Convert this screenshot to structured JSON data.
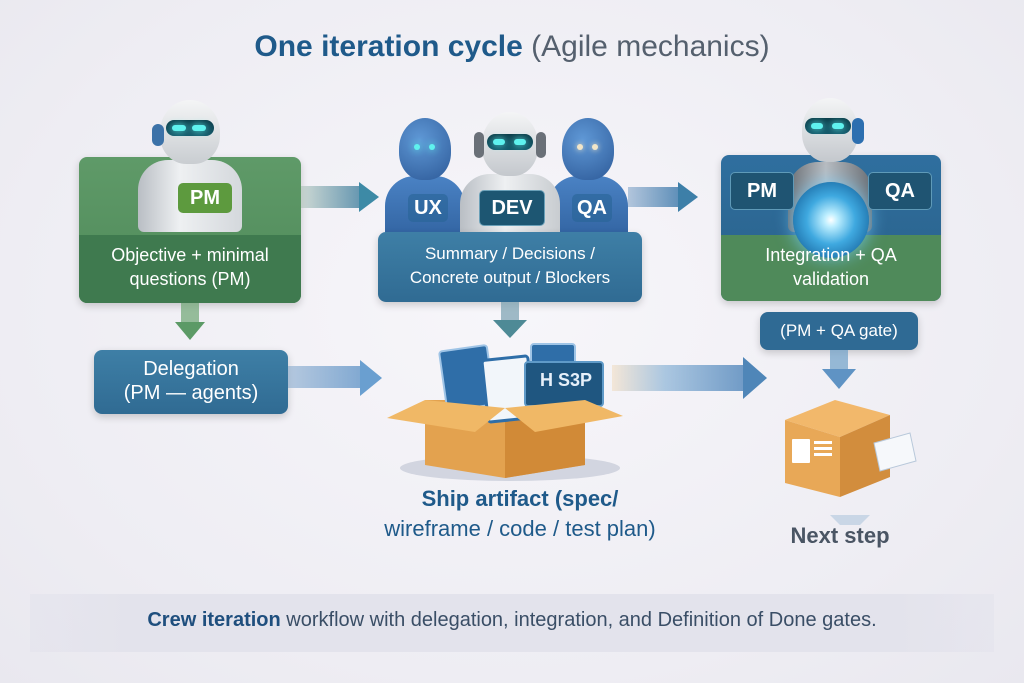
{
  "title": {
    "main": "One iteration cycle",
    "sub": "(Agile mechanics)"
  },
  "steps": {
    "objective": {
      "tag": "PM",
      "label_line1": "Objective + minimal",
      "label_line2": "questions (PM)"
    },
    "summary": {
      "tags": [
        "UX",
        "DEV",
        "QA"
      ],
      "label_line1": "Summary / Decisions /",
      "label_line2": "Concrete output / Blockers"
    },
    "integration": {
      "tags": [
        "PM",
        "QA"
      ],
      "label_line1": "Integration + QA",
      "label_line2": "validation"
    },
    "delegation": {
      "label_line1": "Delegation",
      "label_line2": "(PM — agents)"
    },
    "ship": {
      "label_line1": "Ship artifact (spec/",
      "label_line2": "wireframe / code / test plan)",
      "screen_text": "H S3P"
    },
    "gate": {
      "label": "(PM + QA gate)"
    },
    "next": {
      "label": "Next step"
    }
  },
  "caption": {
    "bold": "Crew iteration",
    "rest": "workflow with delegation, integration, and Definition of Done gates."
  },
  "colors": {
    "green": "#4f8a5a",
    "blue": "#306b93",
    "title_blue": "#1f5a8a",
    "box_orange": "#e8a857"
  }
}
